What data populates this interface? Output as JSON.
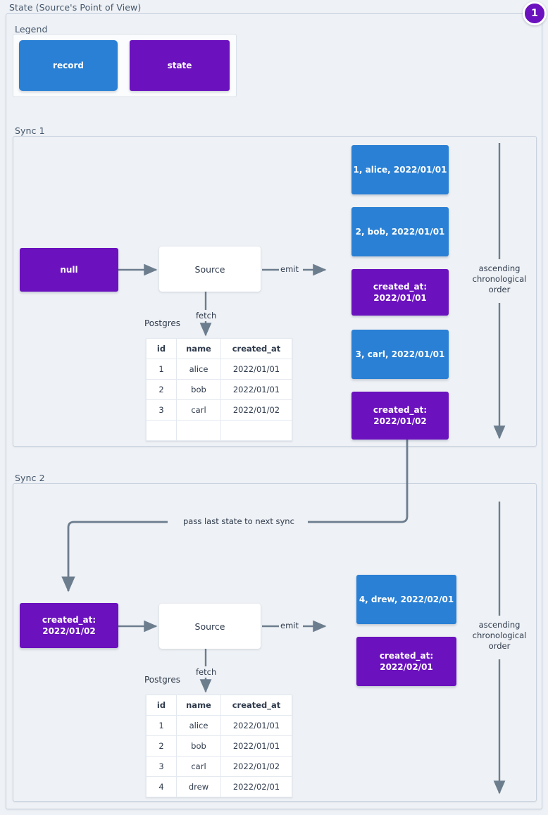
{
  "page": {
    "title": "State (Source's Point of View)",
    "badge": "1"
  },
  "colors": {
    "record": "#2980d4",
    "state": "#6b11be",
    "background": "#eef1f5",
    "wire": "#6c7d8e"
  },
  "legend": {
    "label": "Legend",
    "items": [
      {
        "label": "record",
        "kind": "record"
      },
      {
        "label": "state",
        "kind": "state"
      }
    ]
  },
  "sync1": {
    "label": "Sync 1",
    "input_state": "null",
    "source_label": "Source",
    "fetch_label": "fetch",
    "emit_label": "emit",
    "db_label": "Postgres",
    "table": {
      "columns": [
        "id",
        "name",
        "created_at"
      ],
      "rows": [
        [
          "1",
          "alice",
          "2022/01/01"
        ],
        [
          "2",
          "bob",
          "2022/01/01"
        ],
        [
          "3",
          "carl",
          "2022/01/02"
        ],
        [
          "",
          "",
          ""
        ]
      ]
    },
    "emitted": [
      {
        "kind": "record",
        "line1": "1, alice, 2022/01/01",
        "line2": ""
      },
      {
        "kind": "record",
        "line1": "2, bob, 2022/01/01",
        "line2": ""
      },
      {
        "kind": "state",
        "line1": "created_at:",
        "line2": "2022/01/01"
      },
      {
        "kind": "record",
        "line1": "3, carl, 2022/01/01",
        "line2": ""
      },
      {
        "kind": "state",
        "line1": "created_at:",
        "line2": "2022/01/02"
      }
    ],
    "order_note": "ascending chronological order"
  },
  "sync2": {
    "label": "Sync 2",
    "input_state_line1": "created_at:",
    "input_state_line2": "2022/01/02",
    "source_label": "Source",
    "fetch_label": "fetch",
    "emit_label": "emit",
    "db_label": "Postgres",
    "pass_state_label": "pass last state to next sync",
    "table": {
      "columns": [
        "id",
        "name",
        "created_at"
      ],
      "rows": [
        [
          "1",
          "alice",
          "2022/01/01"
        ],
        [
          "2",
          "bob",
          "2022/01/01"
        ],
        [
          "3",
          "carl",
          "2022/01/02"
        ],
        [
          "4",
          "drew",
          "2022/02/01"
        ]
      ]
    },
    "emitted": [
      {
        "kind": "record",
        "line1": "4, drew, 2022/02/01",
        "line2": ""
      },
      {
        "kind": "state",
        "line1": "created_at:",
        "line2": "2022/02/01"
      }
    ],
    "order_note": "ascending chronological order"
  }
}
